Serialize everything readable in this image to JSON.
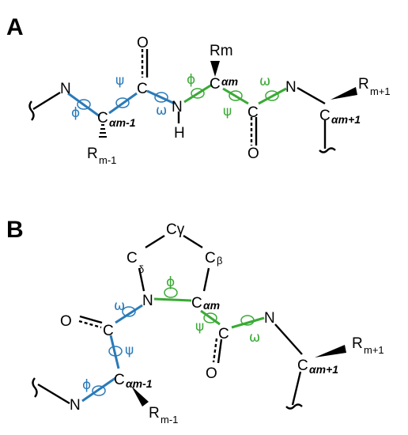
{
  "panels": {
    "A": {
      "label": "A",
      "atoms": {
        "n1": "N",
        "ca_m1_c": "C",
        "ca_m1_sub": "αm-1",
        "carbonyl_c1": "C",
        "o1": "O",
        "nh_n": "N",
        "nh_h": "H",
        "ca_m_c": "C",
        "ca_m_sub": "αm",
        "carbonyl_c2": "C",
        "o2": "O",
        "n3": "N",
        "ca_m1p_c": "C",
        "ca_m1p_sub": "αm+1"
      },
      "substituents": {
        "r_m1": "R",
        "r_m1_sub": "m-1",
        "r_m": "Rm",
        "r_m1p": "R",
        "r_m1p_sub": "m+1"
      },
      "angles": {
        "phi_prev": "ϕ",
        "psi_prev": "ψ",
        "omega_prev": "ω",
        "phi_m": "ϕ",
        "psi_m": "ψ",
        "omega_m": "ω"
      }
    },
    "B": {
      "label": "B",
      "atoms": {
        "c_gamma": "Cγ",
        "c_delta": "C",
        "c_delta_sub": "δ",
        "c_beta": "C",
        "c_beta_sub": "β",
        "n_pro": "N",
        "ca_m_c": "C",
        "ca_m_sub": "αm",
        "o1": "O",
        "carbonyl_c1": "C",
        "ca_m1_c": "C",
        "ca_m1_sub": "αm-1",
        "n1": "N",
        "carbonyl_c2": "C",
        "o2": "O",
        "n3": "N",
        "ca_m1p_c": "C",
        "ca_m1p_sub": "αm+1"
      },
      "substituents": {
        "r_m1": "R",
        "r_m1_sub": "m-1",
        "r_m1p": "R",
        "r_m1p_sub": "m+1"
      },
      "angles": {
        "phi_prev": "ϕ",
        "psi_prev": "ψ",
        "omega_prev": "ω",
        "phi_m": "ϕ",
        "psi_m": "ψ",
        "omega_m": "ω"
      }
    }
  },
  "colors": {
    "residue_prev": "#2a7ab8",
    "residue_m": "#3aaa35",
    "bond": "#000000"
  }
}
